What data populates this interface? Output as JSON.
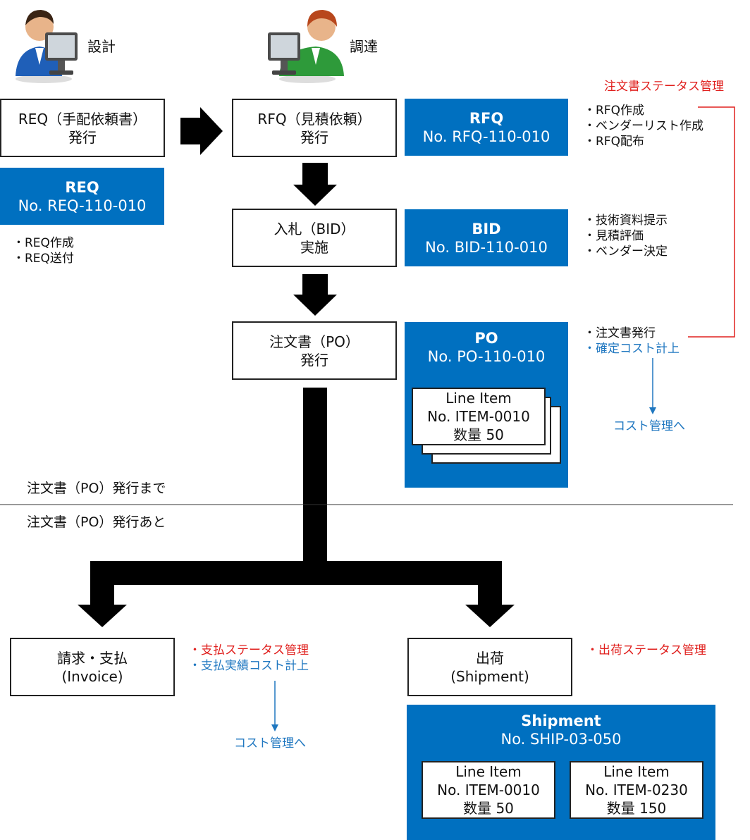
{
  "roles": {
    "design": "設計",
    "procurement": "調達"
  },
  "req_box": {
    "line1": "REQ（手配依頼書）",
    "line2": "発行"
  },
  "req_doc": {
    "title": "REQ",
    "number": "No. REQ-110-010"
  },
  "req_notes": [
    "・REQ作成",
    "・REQ送付"
  ],
  "rfq_box": {
    "line1": "RFQ（見積依頼）",
    "line2": "発行"
  },
  "rfq_doc": {
    "title": "RFQ",
    "number": "No. RFQ-110-010"
  },
  "rfq_notes": [
    "・RFQ作成",
    "・ベンダーリスト作成",
    "・RFQ配布"
  ],
  "po_status_label": "注文書ステータス管理",
  "bid_box": {
    "line1": "入札（BID）",
    "line2": "実施"
  },
  "bid_doc": {
    "title": "BID",
    "number": "No. BID-110-010"
  },
  "bid_notes": [
    "・技術資料提示",
    "・見積評価",
    "・ベンダー決定"
  ],
  "po_box": {
    "line1": "注文書（PO）",
    "line2": "発行"
  },
  "po_doc": {
    "title": "PO",
    "number": "No. PO-110-010"
  },
  "po_line_item": {
    "title": "Line Item",
    "number": "No. ITEM-0010",
    "qty": "数量 50"
  },
  "po_notes": {
    "issue": "・注文書発行",
    "fixed_cost": "・確定コスト計上",
    "to_cost": "コスト管理へ"
  },
  "phase": {
    "before": "注文書（PO）発行まで",
    "after": "注文書（PO）発行あと"
  },
  "invoice_box": {
    "line1": "請求・支払",
    "line2": "(Invoice)"
  },
  "invoice_notes": {
    "status": "・支払ステータス管理",
    "actual_cost": "・支払実績コスト計上",
    "to_cost": "コスト管理へ"
  },
  "shipment_box": {
    "line1": "出荷",
    "line2": "(Shipment)"
  },
  "shipment_notes": {
    "status": "・出荷ステータス管理"
  },
  "shipment_doc": {
    "title": "Shipment",
    "number": "No. SHIP-03-050"
  },
  "shipment_items": [
    {
      "title": "Line Item",
      "number": "No. ITEM-0010",
      "qty": "数量 50"
    },
    {
      "title": "Line Item",
      "number": "No. ITEM-0230",
      "qty": "数量 150"
    }
  ],
  "colors": {
    "doc_blue": "#0070c0",
    "status_red": "#e0201e",
    "cost_blue": "#1f77c0"
  }
}
